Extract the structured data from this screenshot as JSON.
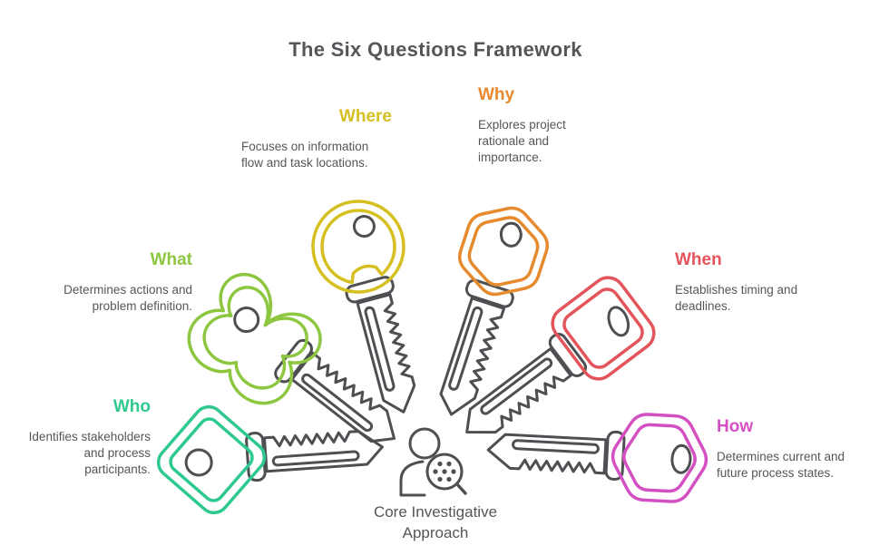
{
  "title": "The Six Questions Framework",
  "center": {
    "caption": "Core Investigative\nApproach",
    "icon": "person-magnifier-icon"
  },
  "colors": {
    "text_gray": "#55565a",
    "outline_gray": "#4e4f52"
  },
  "questions": {
    "who": {
      "label": "Who",
      "description": "Identifies stakeholders\nand process\nparticipants.",
      "color": "#2ec98e",
      "icon": "diamond-key-icon"
    },
    "what": {
      "label": "What",
      "description": "Determines actions and\nproblem definition.",
      "color": "#8dc63f",
      "icon": "clover-key-icon"
    },
    "where": {
      "label": "Where",
      "description": "Focuses on information\nflow and task locations.",
      "color": "#d6bf20",
      "icon": "round-key-icon"
    },
    "why": {
      "label": "Why",
      "description": "Explores project\nrationale and\nimportance.",
      "color": "#e68a2e",
      "icon": "hexagon-key-icon"
    },
    "when": {
      "label": "When",
      "description": "Establishes timing and\ndeadlines.",
      "color": "#e4555b",
      "icon": "square-key-icon"
    },
    "how": {
      "label": "How",
      "description": "Determines current and\nfuture process states.",
      "color": "#d450c2",
      "icon": "hexagon-key-icon"
    }
  }
}
